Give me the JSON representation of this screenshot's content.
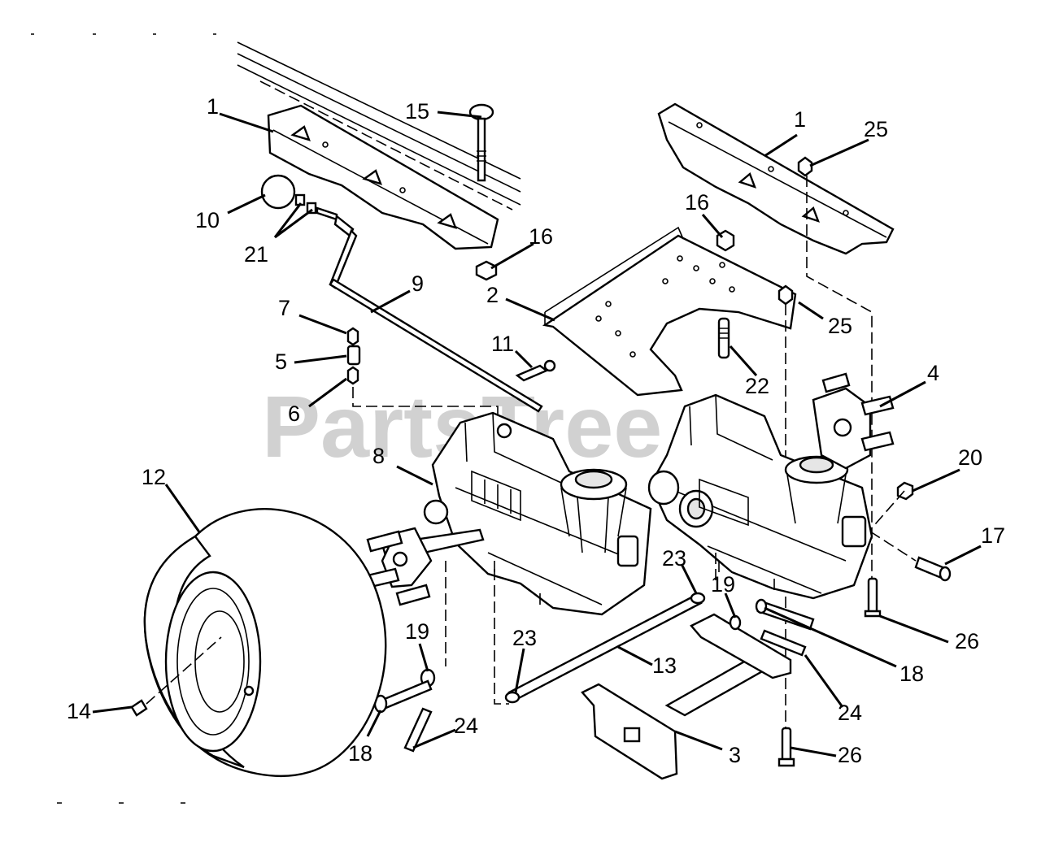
{
  "watermark": "PartsTree",
  "callouts": [
    {
      "id": "c1a",
      "text": "1"
    },
    {
      "id": "c1b",
      "text": "1"
    },
    {
      "id": "c2",
      "text": "2"
    },
    {
      "id": "c3",
      "text": "3"
    },
    {
      "id": "c4",
      "text": "4"
    },
    {
      "id": "c5",
      "text": "5"
    },
    {
      "id": "c6",
      "text": "6"
    },
    {
      "id": "c7",
      "text": "7"
    },
    {
      "id": "c8",
      "text": "8"
    },
    {
      "id": "c9",
      "text": "9"
    },
    {
      "id": "c10",
      "text": "10"
    },
    {
      "id": "c11",
      "text": "11"
    },
    {
      "id": "c12",
      "text": "12"
    },
    {
      "id": "c13",
      "text": "13"
    },
    {
      "id": "c14",
      "text": "14"
    },
    {
      "id": "c15",
      "text": "15"
    },
    {
      "id": "c16a",
      "text": "16"
    },
    {
      "id": "c16b",
      "text": "16"
    },
    {
      "id": "c17",
      "text": "17"
    },
    {
      "id": "c18a",
      "text": "18"
    },
    {
      "id": "c18b",
      "text": "18"
    },
    {
      "id": "c19a",
      "text": "19"
    },
    {
      "id": "c19b",
      "text": "19"
    },
    {
      "id": "c20",
      "text": "20"
    },
    {
      "id": "c21",
      "text": "21"
    },
    {
      "id": "c22",
      "text": "22"
    },
    {
      "id": "c23a",
      "text": "23"
    },
    {
      "id": "c23b",
      "text": "23"
    },
    {
      "id": "c24a",
      "text": "24"
    },
    {
      "id": "c24b",
      "text": "24"
    },
    {
      "id": "c25a",
      "text": "25"
    },
    {
      "id": "c25b",
      "text": "25"
    },
    {
      "id": "c26a",
      "text": "26"
    },
    {
      "id": "c26b",
      "text": "26"
    }
  ]
}
